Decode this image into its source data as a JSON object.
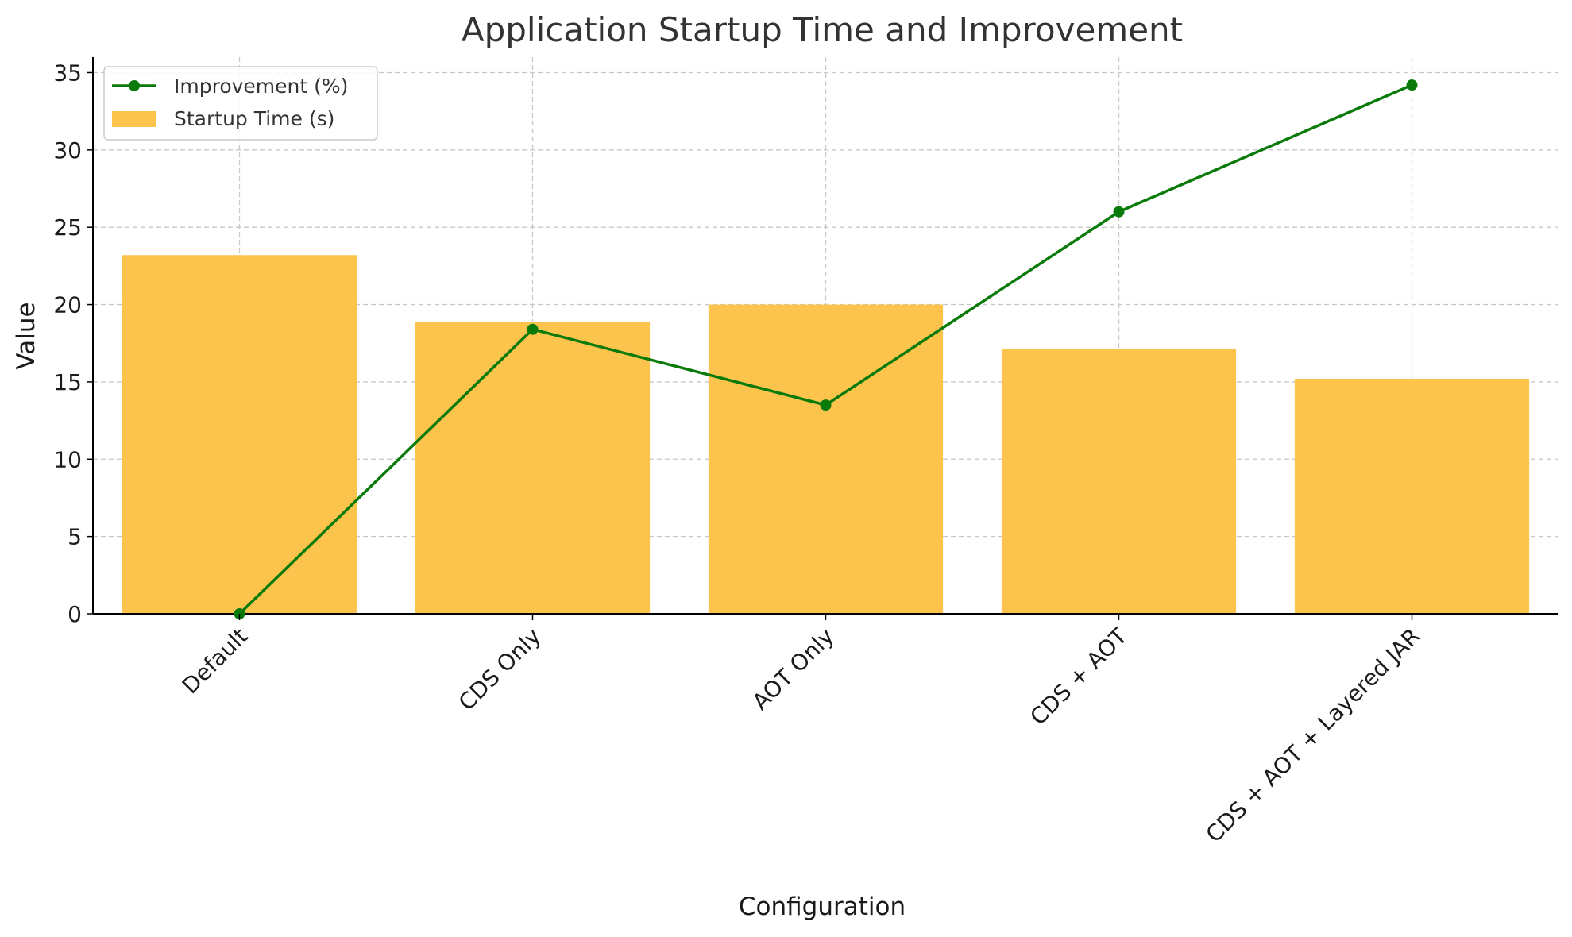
{
  "chart_data": {
    "type": "bar",
    "title": "Application Startup Time and Improvement",
    "xlabel": "Configuration",
    "ylabel": "Value",
    "categories": [
      "Default",
      "CDS Only",
      "AOT Only",
      "CDS + AOT",
      "CDS + AOT + Layered JAR"
    ],
    "ylim": [
      0,
      36
    ],
    "yticks": [
      0,
      5,
      10,
      15,
      20,
      25,
      30,
      35
    ],
    "grid": true,
    "legend_position": "top-left",
    "series": [
      {
        "name": "Startup Time (s)",
        "kind": "bar",
        "color": "#fcc44c",
        "values": [
          23.2,
          18.9,
          20.0,
          17.1,
          15.2
        ]
      },
      {
        "name": "Improvement (%)",
        "kind": "line",
        "color": "#0a7b0a",
        "values": [
          0,
          18.4,
          13.5,
          26.0,
          34.2
        ]
      }
    ]
  }
}
